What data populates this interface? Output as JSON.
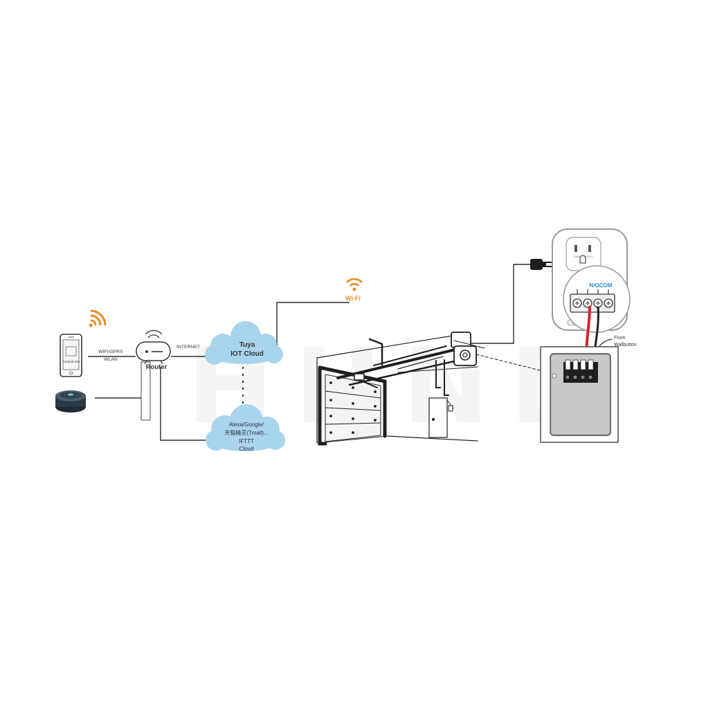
{
  "watermark": "HHND",
  "phone": {
    "screen_text": "Android IOS"
  },
  "labels": {
    "wifi_gprs": "WIFI/GPRS",
    "wlan": "WLAN",
    "internet": "INTERNET",
    "router": "Router",
    "wifi": "Wi-Fi",
    "tuya_cloud_line1": "Tuya",
    "tuya_cloud_line2": "IOT Cloud",
    "alexa_cloud_line1": "Alexa/Google/",
    "alexa_cloud_line2": "天猫精灵(Tmall)...",
    "alexa_cloud_line3": "IFTTT",
    "alexa_cloud_line4": "Cloud",
    "relay_terminals": "N/OCOM",
    "from_wallbutton_line1": "From",
    "from_wallbutton_line2": "Wallbutton"
  },
  "colors": {
    "wifi_orange": "#f08a1c",
    "cloud_blue": "#a9d4ee",
    "wire_red": "#d8232a",
    "terminal_blue": "#2f8fd8",
    "line_dark": "#2b2b2b"
  }
}
